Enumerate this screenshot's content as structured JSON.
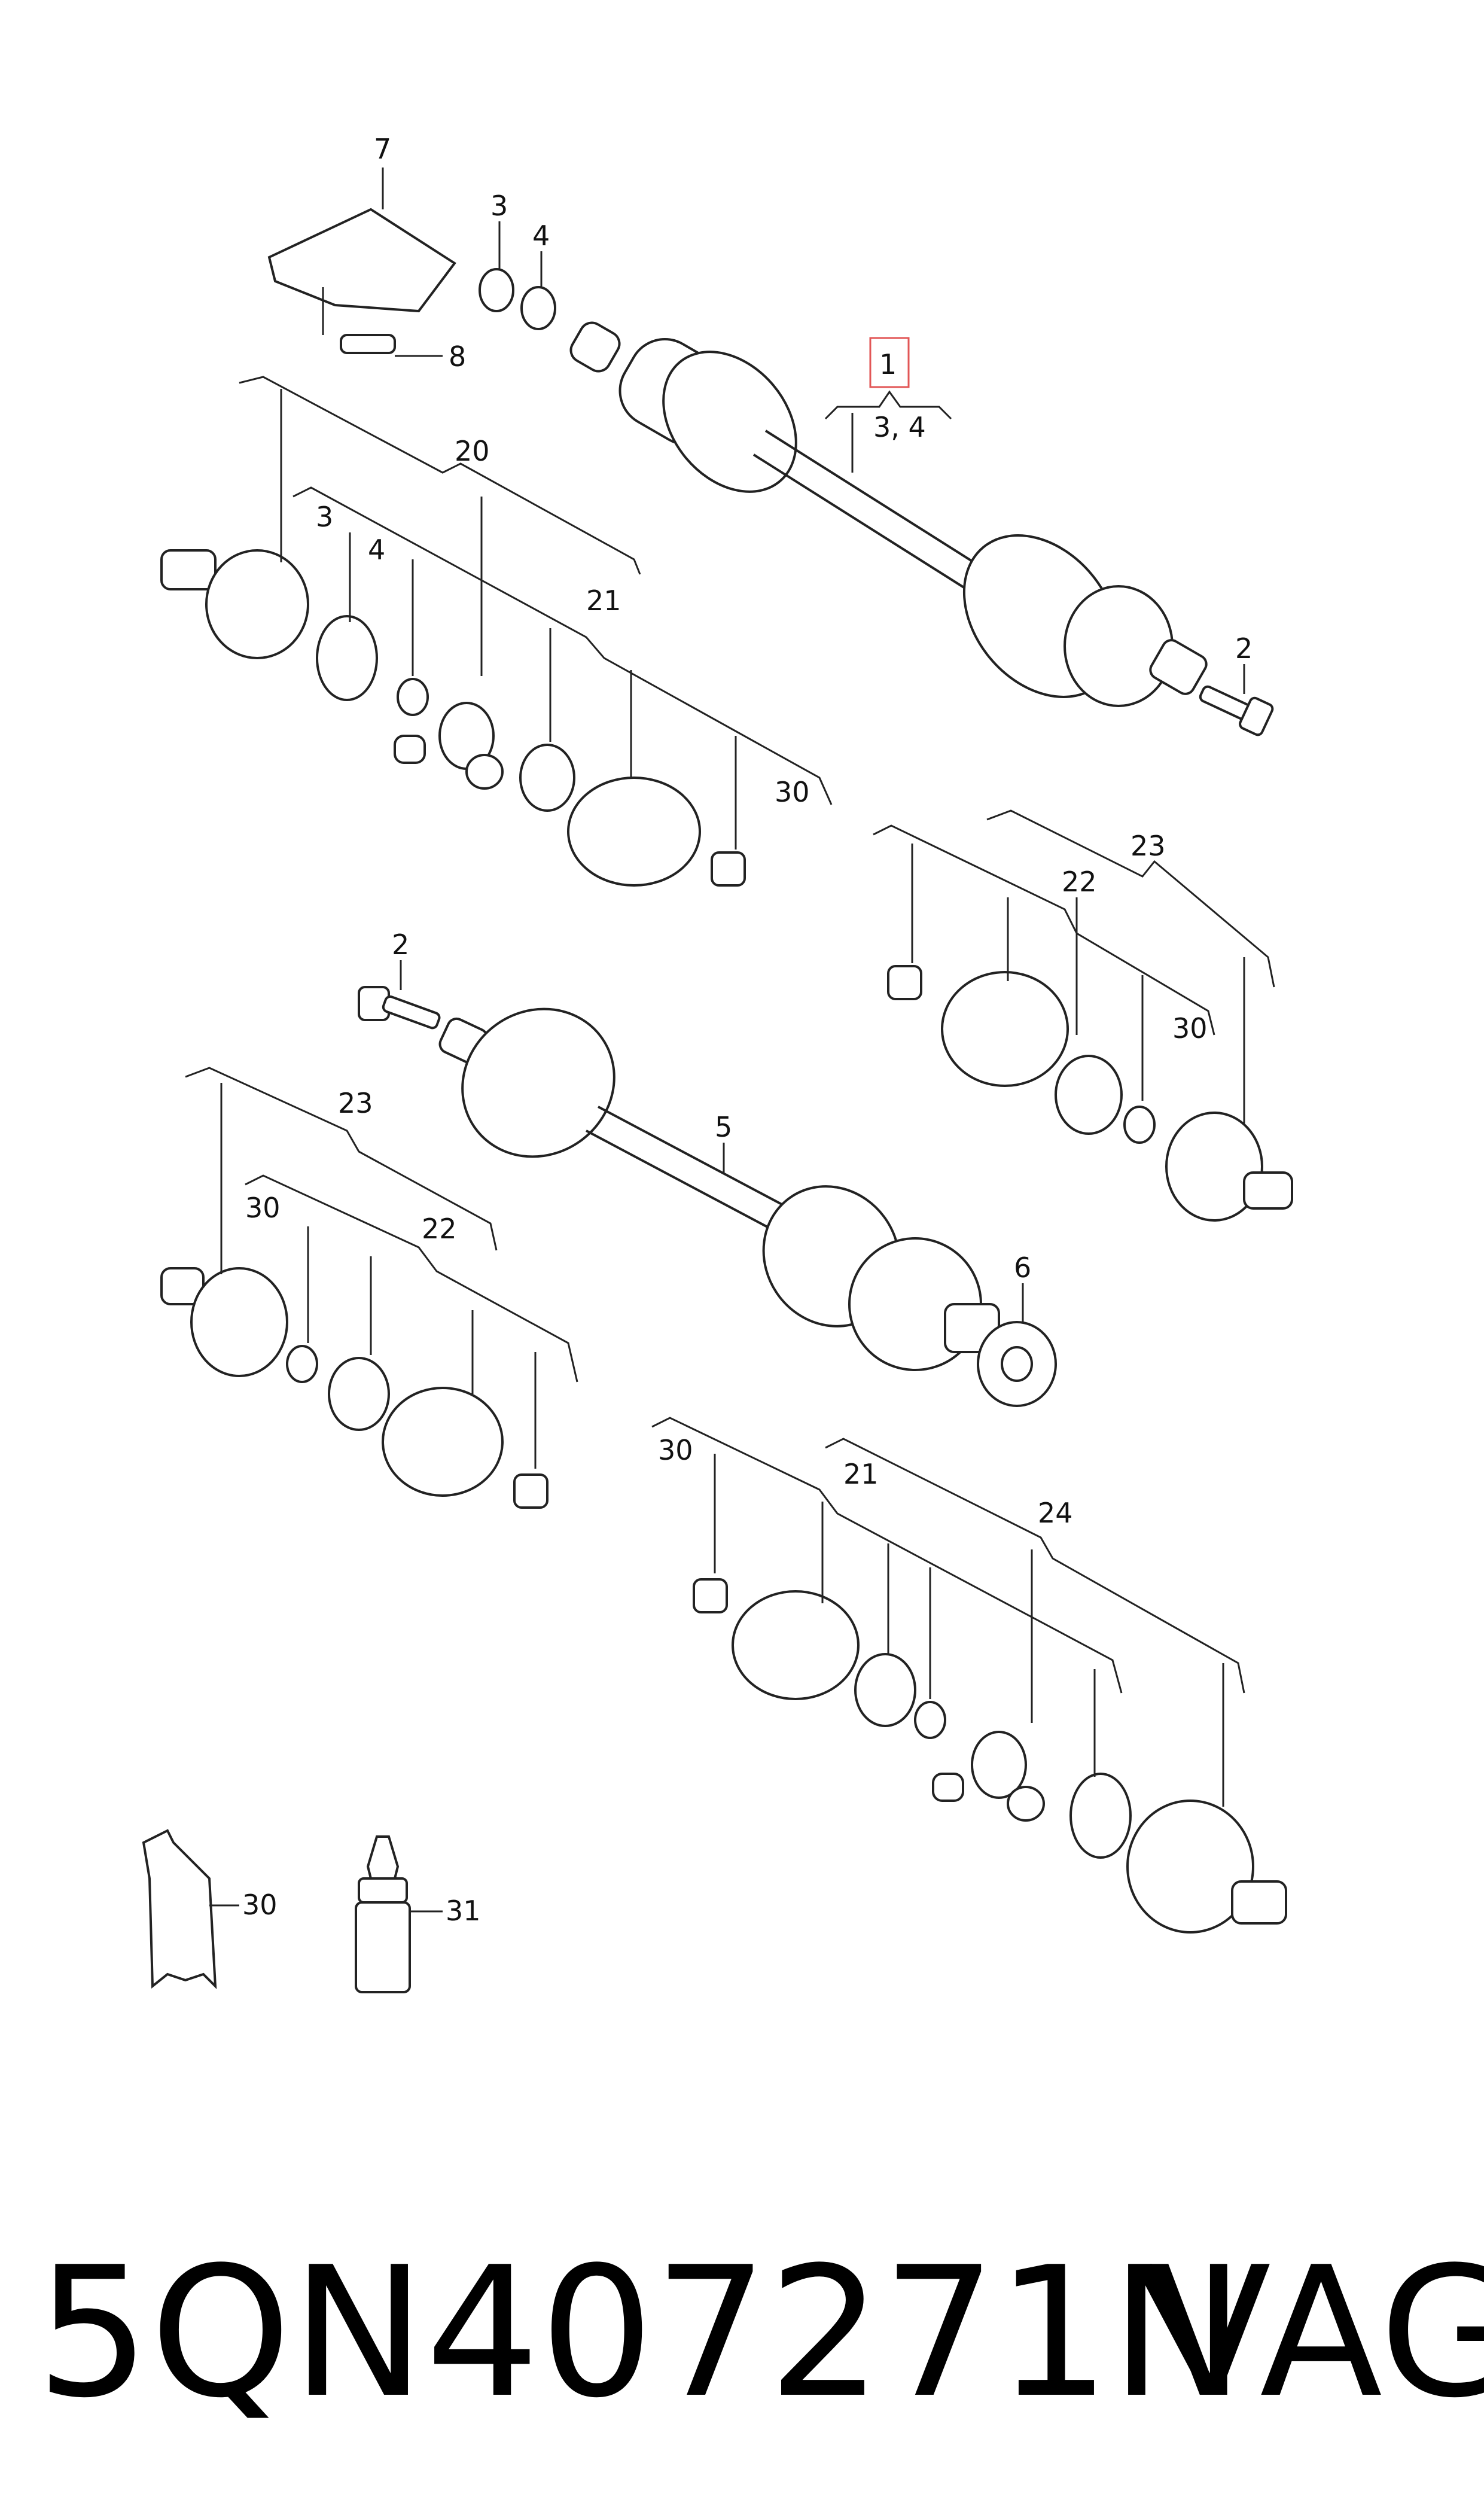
{
  "diagram": {
    "labels": {
      "n1": "1",
      "n1_sub": "3, 4",
      "n2_top": "2",
      "n3_top": "3",
      "n4_top": "4",
      "n7": "7",
      "n8": "8",
      "n20": "20",
      "n3_mid": "3",
      "n4_mid": "4",
      "n21_top": "21",
      "n30_top": "30",
      "n23_right": "23",
      "n22_right": "22",
      "n30_right": "30",
      "n2_mid": "2",
      "n5": "5",
      "n6": "6",
      "n23_left": "23",
      "n30_left": "30",
      "n22_left": "22",
      "n30_bottom": "30",
      "n21_bottom": "21",
      "n24": "24",
      "n30_grease": "30",
      "n31": "31"
    },
    "highlight_color": "#e25656"
  },
  "footer": {
    "part_number": "5QN407271N",
    "brand": "VAG"
  }
}
